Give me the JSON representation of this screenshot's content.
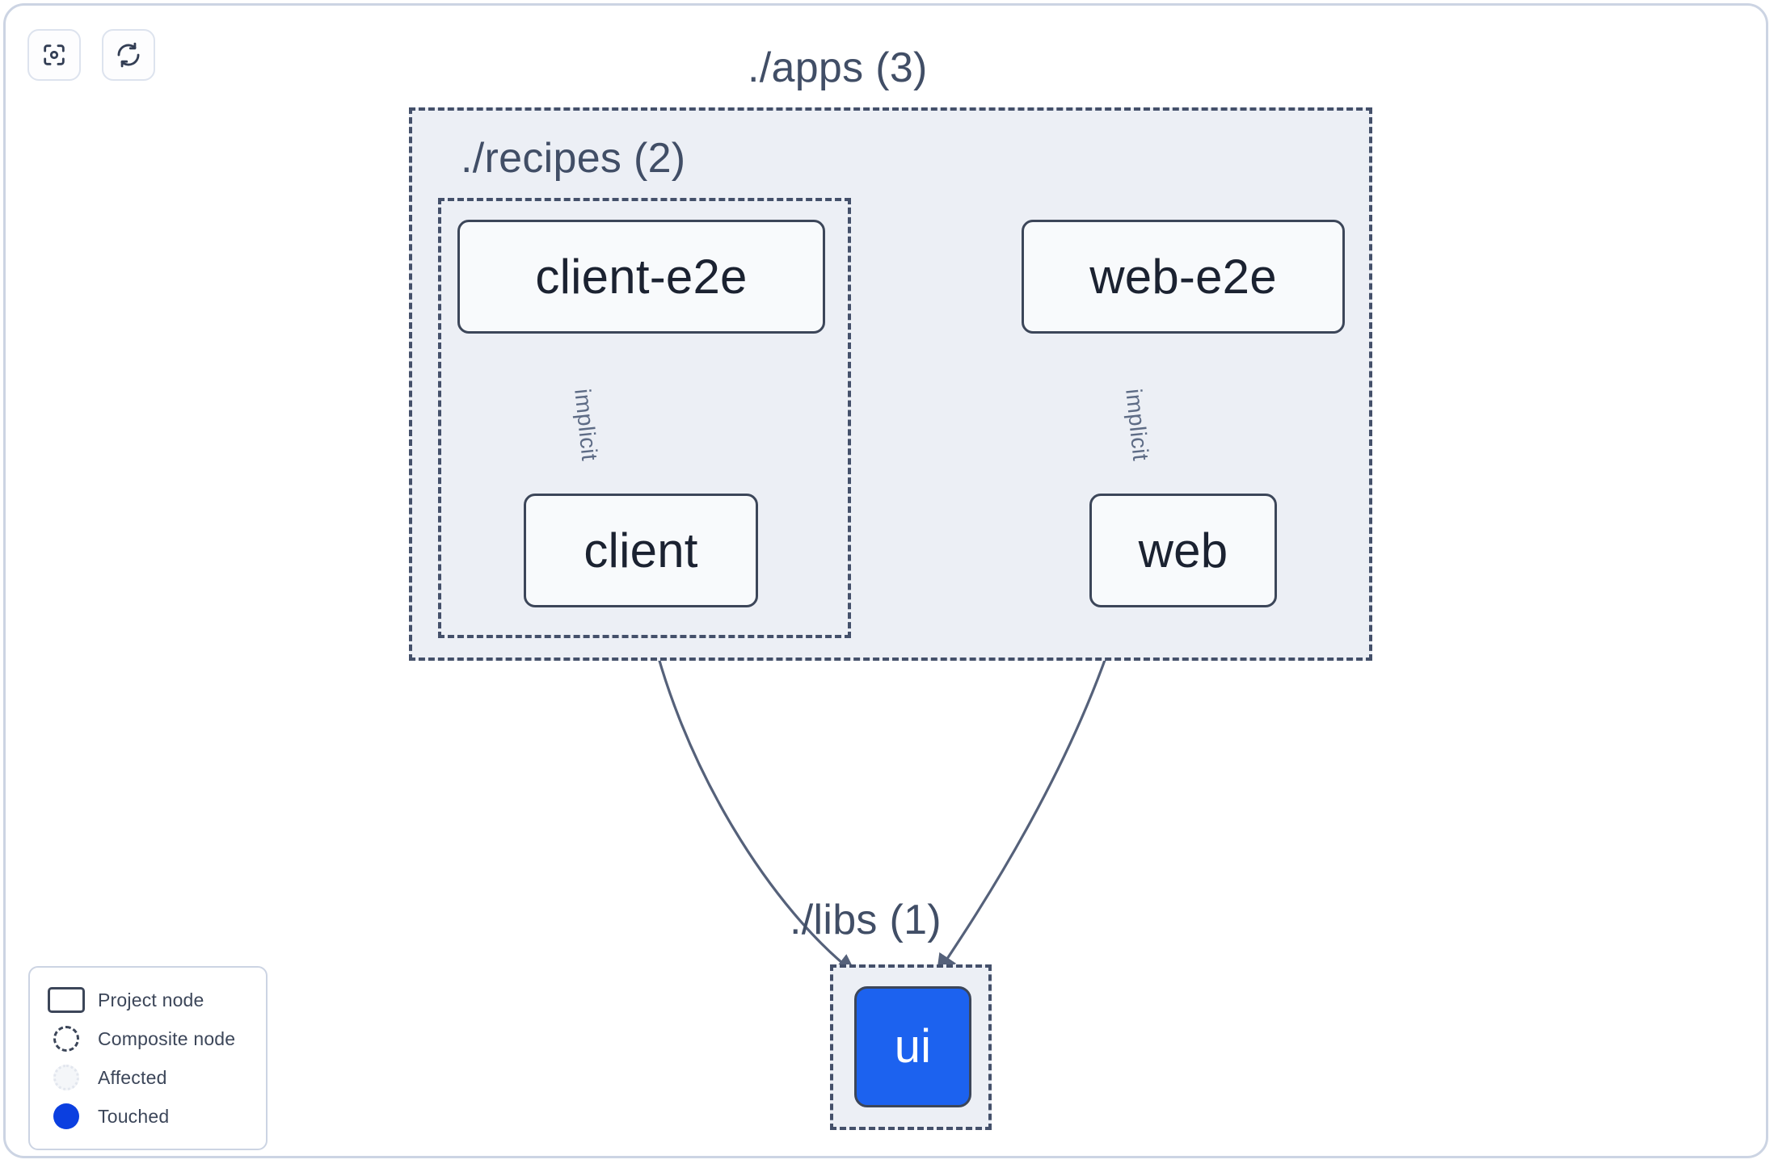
{
  "toolbar": {
    "buttons": [
      {
        "name": "focus-graph-button",
        "icon": "focus-scan-icon",
        "label": ""
      },
      {
        "name": "refresh-graph-button",
        "icon": "refresh-icon",
        "label": ""
      }
    ]
  },
  "graph": {
    "groups": [
      {
        "id": "apps",
        "label": "./apps (3)",
        "count": 3,
        "style": "composite-dashed"
      },
      {
        "id": "recipes",
        "label": "./recipes (2)",
        "count": 2,
        "style": "composite-dashed"
      },
      {
        "id": "libs",
        "label": "./libs (1)",
        "count": 1,
        "style": "composite-dashed"
      }
    ],
    "nodes": [
      {
        "id": "client-e2e",
        "label": "client-e2e",
        "group": "recipes",
        "state": "normal"
      },
      {
        "id": "client",
        "label": "client",
        "group": "recipes",
        "state": "normal"
      },
      {
        "id": "web-e2e",
        "label": "web-e2e",
        "group": "apps",
        "state": "normal"
      },
      {
        "id": "web",
        "label": "web",
        "group": "apps",
        "state": "normal"
      },
      {
        "id": "ui",
        "label": "ui",
        "group": "libs",
        "state": "touched"
      }
    ],
    "edges": [
      {
        "from": "client-e2e",
        "to": "client",
        "label": "implicit"
      },
      {
        "from": "web-e2e",
        "to": "web",
        "label": "implicit"
      },
      {
        "from": "client",
        "to": "ui",
        "label": ""
      },
      {
        "from": "web",
        "to": "ui",
        "label": ""
      }
    ]
  },
  "legend": {
    "items": [
      {
        "swatch": "project-node-swatch",
        "label": "Project node"
      },
      {
        "swatch": "composite-node-swatch",
        "label": "Composite node"
      },
      {
        "swatch": "affected-swatch",
        "label": "Affected"
      },
      {
        "swatch": "touched-swatch",
        "label": "Touched"
      }
    ]
  },
  "colors": {
    "touched": "#0b3fe0",
    "touched_node": "#1c62ef",
    "group_fill": "#eceff5",
    "group_border": "#44506a",
    "node_border": "#3c4659",
    "node_fill": "#f8fafc",
    "edge": "#55617a",
    "text": "#1b2231",
    "frame_border": "#ccd4e3"
  }
}
